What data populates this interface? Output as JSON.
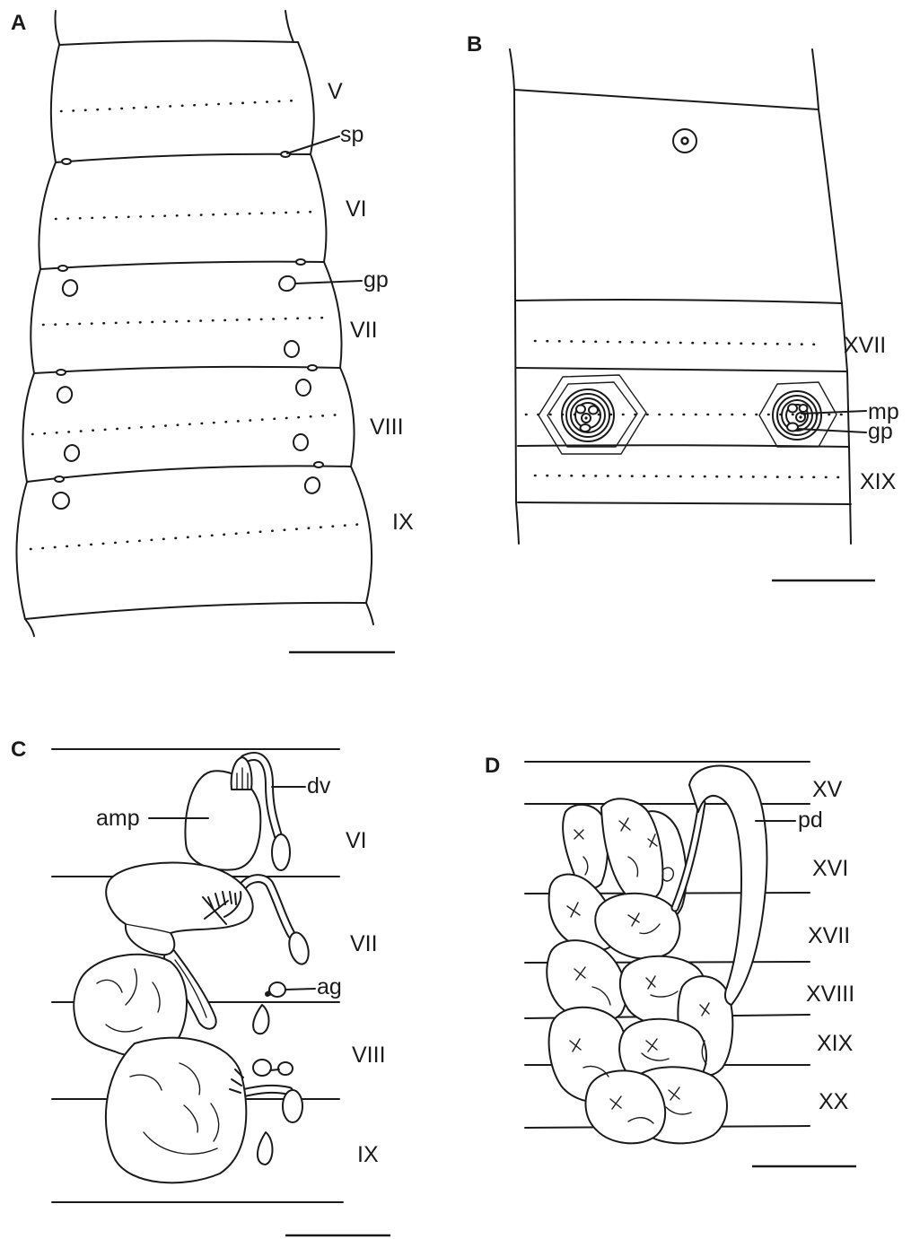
{
  "figure": {
    "panel_a": {
      "letter": "A",
      "segment_labels": [
        "V",
        "VI",
        "VII",
        "VIII",
        "IX"
      ],
      "callouts": {
        "sp": "sp",
        "gp": "gp"
      }
    },
    "panel_b": {
      "letter": "B",
      "segment_labels": [
        "XVII",
        "XIX"
      ],
      "callouts": {
        "mp": "mp",
        "gp": "gp"
      }
    },
    "panel_c": {
      "letter": "C",
      "segment_labels": [
        "VI",
        "VII",
        "VIII",
        "IX"
      ],
      "callouts": {
        "dv": "dv",
        "amp": "amp",
        "ag": "ag"
      }
    },
    "panel_d": {
      "letter": "D",
      "segment_labels": [
        "XV",
        "XVI",
        "XVII",
        "XVIII",
        "XIX",
        "XX"
      ],
      "callouts": {
        "pd": "pd"
      }
    }
  }
}
